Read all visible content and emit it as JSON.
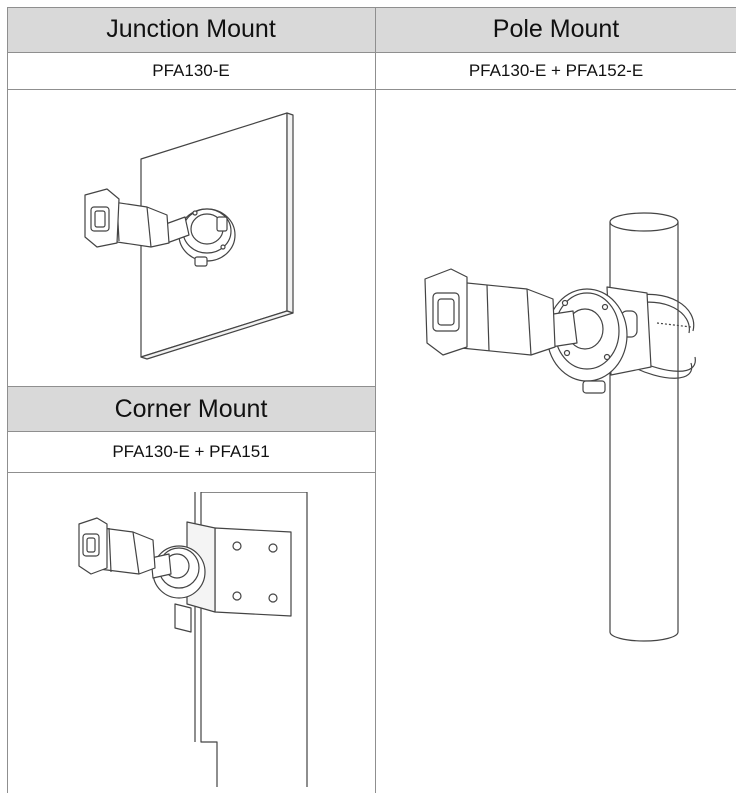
{
  "junction": {
    "title": "Junction Mount",
    "model": "PFA130-E"
  },
  "pole": {
    "title": "Pole Mount",
    "model": "PFA130-E + PFA152-E"
  },
  "corner": {
    "title": "Corner Mount",
    "model": "PFA130-E + PFA151"
  }
}
